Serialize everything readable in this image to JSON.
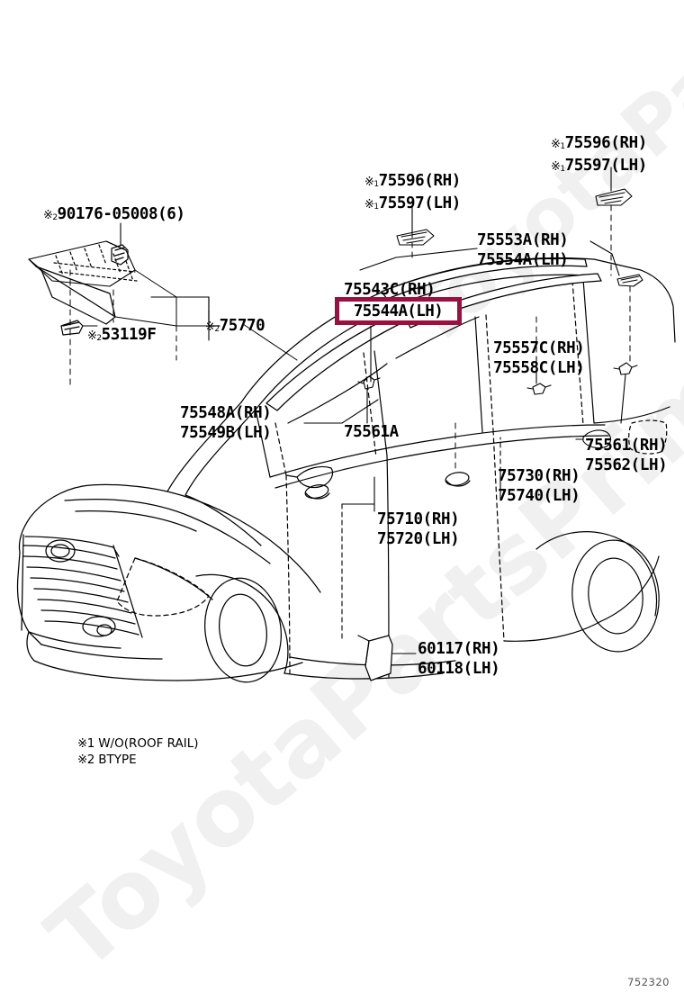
{
  "diagram": {
    "id": "752320",
    "watermark_line1": "ToyotaPartsPrime.ru",
    "watermark_line2": "ToyotaPartsPrime.ru"
  },
  "highlighted_part": {
    "number": "75544A(LH)",
    "highlight_color": "#9B1040"
  },
  "labels": [
    {
      "id": "l-75596-97-left",
      "marker": "※",
      "marker_num": "1",
      "lines": [
        "75596(RH)",
        "75597(LH)"
      ]
    },
    {
      "id": "l-75596-97-right",
      "marker": "※",
      "marker_num": "1",
      "lines": [
        "75596(RH)",
        "75597(LH)"
      ]
    },
    {
      "id": "l-90176",
      "marker": "※",
      "marker_num": "2",
      "lines": [
        "90176-05008(6)"
      ]
    },
    {
      "id": "l-53119F",
      "marker": "※",
      "marker_num": "2",
      "lines": [
        "53119F"
      ]
    },
    {
      "id": "l-75770",
      "marker": "※",
      "marker_num": "2",
      "lines": [
        "75770"
      ]
    },
    {
      "id": "l-75553-54",
      "marker": "",
      "marker_num": "",
      "lines": [
        "75553A(RH)",
        "75554A(LH)"
      ]
    },
    {
      "id": "l-75543",
      "marker": "",
      "marker_num": "",
      "lines": [
        "75543C(RH)"
      ]
    },
    {
      "id": "l-75557-58",
      "marker": "",
      "marker_num": "",
      "lines": [
        "75557C(RH)",
        "75558C(LH)"
      ]
    },
    {
      "id": "l-75548-49",
      "marker": "",
      "marker_num": "",
      "lines": [
        "75548A(RH)",
        "75549B(LH)"
      ]
    },
    {
      "id": "l-75561A",
      "marker": "",
      "marker_num": "",
      "lines": [
        "75561A"
      ]
    },
    {
      "id": "l-75561-62",
      "marker": "",
      "marker_num": "",
      "lines": [
        "75561(RH)",
        "75562(LH)"
      ]
    },
    {
      "id": "l-75730-40",
      "marker": "",
      "marker_num": "",
      "lines": [
        "75730(RH)",
        "75740(LH)"
      ]
    },
    {
      "id": "l-75710-20",
      "marker": "",
      "marker_num": "",
      "lines": [
        "75710(RH)",
        "75720(LH)"
      ]
    },
    {
      "id": "l-60117-18",
      "marker": "",
      "marker_num": "",
      "lines": [
        "60117(RH)",
        "60118(LH)"
      ]
    }
  ],
  "label_text": {
    "l75596_rh": "75596(RH)",
    "l75597_lh": "75597(LH)",
    "l75596_rh2": "75596(RH)",
    "l75597_lh2": "75597(LH)",
    "l90176": "90176-05008(6)",
    "l53119F": "53119F",
    "l75770": "75770",
    "l75553A": "75553A(RH)",
    "l75554A": "75554A(LH)",
    "l75543C": "75543C(RH)",
    "l75544A": "75544A(LH)",
    "l75557C": "75557C(RH)",
    "l75558C": "75558C(LH)",
    "l75548A": "75548A(RH)",
    "l75549B": "75549B(LH)",
    "l75561A": "75561A",
    "l75561": "75561(RH)",
    "l75562": "75562(LH)",
    "l75730": "75730(RH)",
    "l75740": "75740(LH)",
    "l75710": "75710(RH)",
    "l75720": "75720(LH)",
    "l60117": "60117(RH)",
    "l60118": "60118(LH)"
  },
  "footnotes": [
    {
      "marker": "※1",
      "text": "W/O(ROOF RAIL)"
    },
    {
      "marker": "※2",
      "text": "BTYPE"
    }
  ],
  "footnote_text": {
    "fn1_marker": "※1",
    "fn1_text": "W/O(ROOF RAIL)",
    "fn2_marker": "※2",
    "fn2_text": "BTYPE"
  },
  "markers": {
    "m1": "※",
    "m1_num": "1",
    "m2": "※",
    "m2_num": "2"
  }
}
